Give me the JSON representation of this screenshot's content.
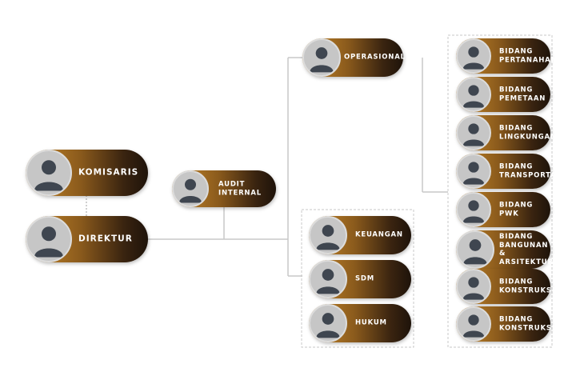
{
  "chart": {
    "leadership": [
      {
        "id": "komisaris",
        "label": "KOMISARIS"
      },
      {
        "id": "direktur",
        "label": "DIREKTUR"
      }
    ],
    "audit": {
      "line1": "AUDIT",
      "line2": "INTERNAL"
    },
    "operasional": {
      "label": "OPERASIONAL"
    },
    "support": [
      {
        "label": "KEUANGAN"
      },
      {
        "label": "SDM"
      },
      {
        "label": "HUKUM"
      }
    ],
    "bidang": [
      {
        "line1": "BIDANG",
        "line2": "PERTANAHAN"
      },
      {
        "line1": "BIDANG",
        "line2": "PEMETAAN"
      },
      {
        "line1": "BIDANG",
        "line2": "LINGKUNGAN"
      },
      {
        "line1": "BIDANG",
        "line2": "TRANSPORTASI"
      },
      {
        "line1": "BIDANG",
        "line2": "PWK"
      },
      {
        "line1": "BIDANG",
        "line2": "BANGUNAN &",
        "line3": "ARSITEKTUR"
      },
      {
        "line1": "BIDANG",
        "line2": "KONSTRUKSI"
      },
      {
        "line1": "BIDANG",
        "line2": "KONSTRUKSI"
      }
    ]
  },
  "colors": {
    "gold": "#c98a2b",
    "dark": "#1e130a",
    "connector": "#c8c8c8",
    "avatar": "#c6c6c6",
    "person": "#3f4650"
  },
  "icons": {
    "avatar": "person-silhouette-icon"
  }
}
